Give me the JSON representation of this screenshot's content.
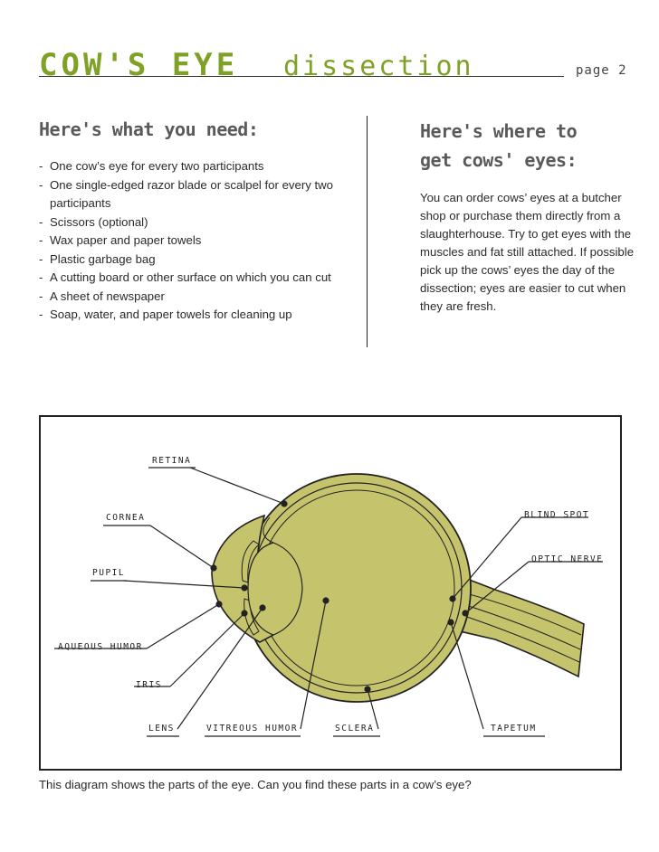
{
  "header": {
    "title_main": "COW'S EYE",
    "title_sub": "dissection",
    "page": "page 2"
  },
  "left_column": {
    "heading": "Here's what you need:",
    "items": [
      "One cow’s eye for every two participants",
      "One single-edged razor blade or scalpel for every two participants",
      "Scissors (optional)",
      "Wax paper and paper towels",
      "Plastic garbage bag",
      "A cutting board or other surface on which you can cut",
      "A sheet of newspaper",
      "Soap, water, and paper towels for cleaning up"
    ]
  },
  "right_column": {
    "heading_line1": "Here's where to",
    "heading_line2": "get cows' eyes:",
    "paragraph": "You can order cows’ eyes at a butcher shop or purchase them directly from a slaughterhouse. Try to get eyes with the muscles and fat still attached. If possible pick up the cows’ eyes the day of the dissection; eyes are easier to cut when they are fresh."
  },
  "diagram": {
    "labels": {
      "retina": "RETINA",
      "cornea": "CORNEA",
      "pupil": "PUPIL",
      "aqueous_humor": "AQUEOUS HUMOR",
      "iris": "IRIS",
      "lens": "LENS",
      "vitreous_humor": "VITREOUS HUMOR",
      "sclera": "SCLERA",
      "tapetum": "TAPETUM",
      "blind_spot": "BLIND SPOT",
      "optic_nerve": "OPTIC NERVE"
    },
    "colors": {
      "eye_fill": "#c5c46d",
      "outline": "#222222"
    },
    "caption": "This diagram shows the parts of the eye. Can you find these parts in a cow’s eye?"
  }
}
